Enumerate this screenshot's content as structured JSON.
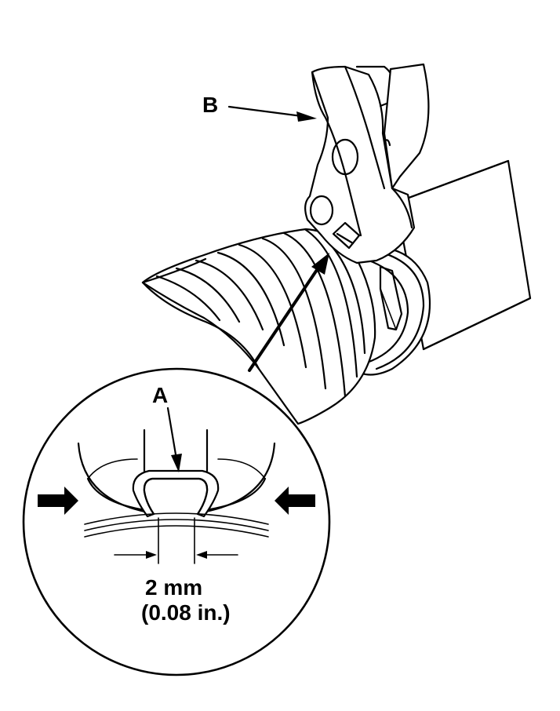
{
  "labels": {
    "part_a": "A",
    "part_b": "B",
    "gap_metric": "2 mm",
    "gap_imperial": "(0.08 in.)"
  },
  "colors": {
    "line": "#000000",
    "background": "#ffffff"
  }
}
